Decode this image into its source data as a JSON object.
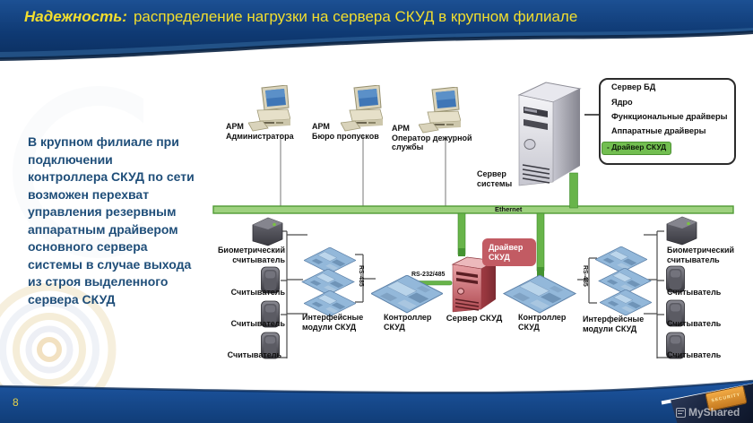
{
  "slide": {
    "title_prefix": "Надежность:",
    "title_rest": "распределение нагрузки на сервера СКУД в крупном филиале",
    "page_number": "8",
    "watermark_text": "MyShared",
    "watermark_chip_text": "SECURITY"
  },
  "left_text": "В крупном филиале при\nподключении\nконтроллера СКУД по сети\nвозможен перехват\nуправления резервным\nаппаратным драйвером\nосновного сервера\nсистемы в случае выхода\nиз строя выделенного\nсервера СКУД",
  "diagram": {
    "workstations": [
      {
        "label": "АРМ\nАдминистратора"
      },
      {
        "label": "АРМ\nБюро пропусков"
      },
      {
        "label": "АРМ\nОператор дежурной\nслужбы"
      }
    ],
    "system_server_label": "Сервер\nсистемы",
    "callout": {
      "items": [
        "Сервер БД",
        "Ядро",
        "Функциональные  драйверы",
        "Аппаратные драйверы"
      ],
      "highlight": "- Драйвер СКУД"
    },
    "ethernet_label": "Ethernet",
    "serial_link_label": "RS-232/485",
    "skud_server": {
      "label": "Сервер СКУД",
      "badge": "Драйвер\nСКУД"
    },
    "left_branch": {
      "devices": [
        "Биометрический\nсчитыватель",
        "Считыватель",
        "Считыватель",
        "Считыватель"
      ],
      "modules_label": "Интерфейсные\nмодули СКУД",
      "bus_label": "RS-485",
      "controller_label": "Контроллер\nСКУД"
    },
    "right_branch": {
      "devices": [
        "Биометрический\nсчитыватель",
        "Считыватель",
        "Считыватель",
        "Считыватель"
      ],
      "modules_label": "Интерфейсные\nмодули СКУД",
      "bus_label": "RS-485",
      "controller_label": "Контроллер\nСКУД"
    }
  },
  "colors": {
    "title_yellow": "#F2DE2E",
    "header_blue": "#11407E",
    "footer_blue": "#174E96",
    "body_text_blue": "#1F4E79",
    "ethernet_green": "#9ED17F",
    "connector_green": "#68B44A",
    "driver_badge_red": "#C25B63",
    "highlight_green": "#72BE50",
    "board_blue": "#93B8DA",
    "skud_server_red": "#C1545C"
  }
}
